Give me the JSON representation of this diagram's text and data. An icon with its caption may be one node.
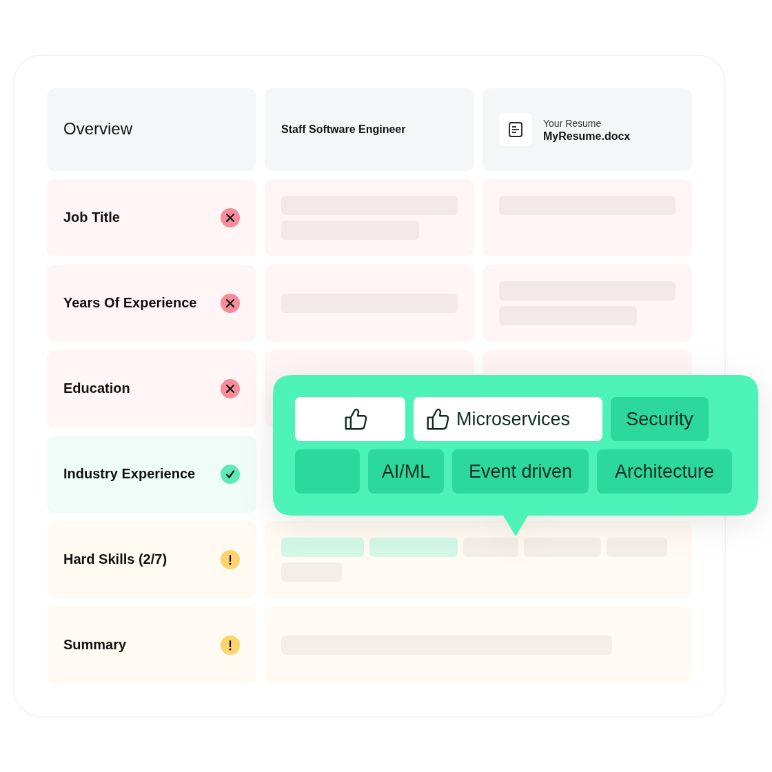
{
  "diagram": {
    "nodes": [
      {
        "text": [
          "Overview"
        ]
      },
      {
        "text": [
          "Staff Software Engineer"
        ]
      },
      {
        "text": [
          "Your Resume",
          "MyResume.docx"
        ]
      },
      {
        "text": [
          "Job Title"
        ]
      },
      {
        "text": [],
        "shape": "box"
      },
      {
        "text": [],
        "shape": "box"
      },
      {
        "text": [
          "Years Of Experience"
        ]
      },
      {
        "text": [],
        "shape": "box"
      },
      {
        "text": [],
        "shape": "box"
      },
      {
        "text": [
          "Education"
        ]
      },
      {
        "text": [],
        "shape": "box"
      },
      {
        "text": [],
        "shape": "box"
      },
      {
        "text": [
          "Industry Experience"
        ]
      },
      {
        "text": [
          "Hard Skills (2/7)"
        ]
      },
      {
        "text": [],
        "shape": "box"
      },
      {
        "text": [
          "Summary"
        ]
      },
      {
        "text": [],
        "shape": "box"
      },
      {
        "text": [],
        "shape": "callout"
      },
      {
        "text": [],
        "shape": "box",
        "in": 17
      },
      {
        "text": [
          "Microservices"
        ],
        "in": 17
      },
      {
        "text": [
          "Security"
        ],
        "in": 17
      },
      {
        "text": [],
        "shape": "box",
        "in": 17
      },
      {
        "text": [
          "AI/ML"
        ],
        "in": 17
      },
      {
        "text": [
          "Event driven"
        ],
        "in": 17
      },
      {
        "text": [
          "Architecture"
        ],
        "in": 17
      }
    ]
  }
}
